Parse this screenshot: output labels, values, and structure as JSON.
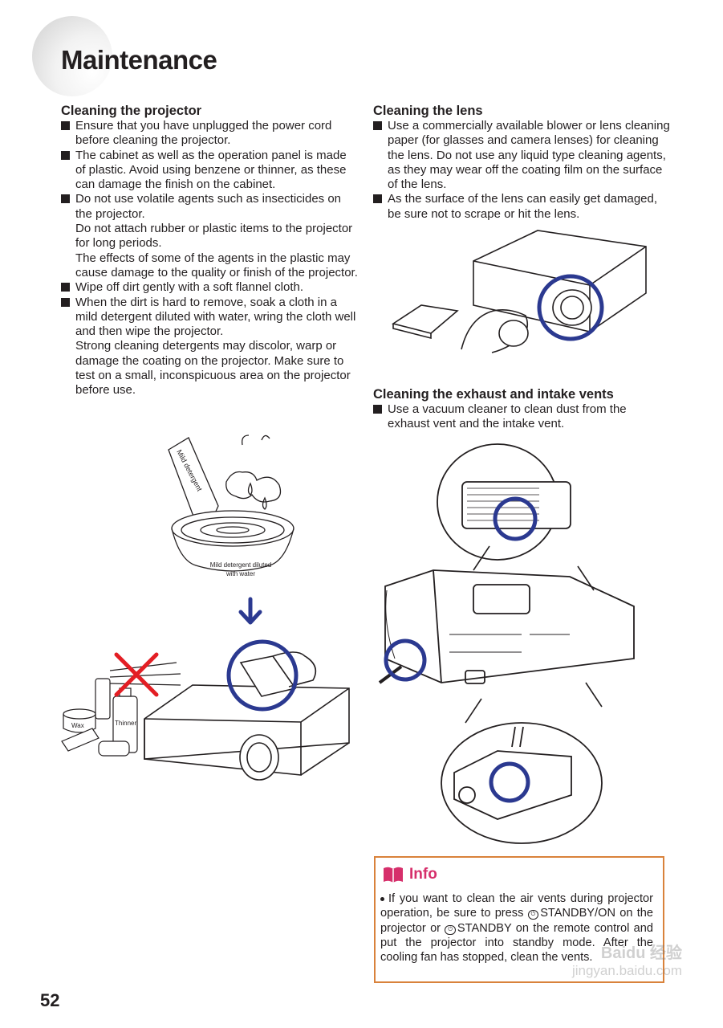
{
  "page": {
    "title": "Maintenance",
    "page_number": "52"
  },
  "cleaning_projector": {
    "heading": "Cleaning the projector",
    "items": [
      "Ensure that you have unplugged the power cord before cleaning the projector.",
      "The cabinet as well as the operation panel is made of plastic. Avoid using benzene or thinner, as these can damage the finish on the cabinet.",
      "Do not use volatile agents such as insecticides on the projector.",
      "Wipe off dirt gently with a soft flannel cloth.",
      "When the dirt is hard to remove, soak a cloth in a mild detergent diluted with water, wring the cloth well and then wipe the projector."
    ],
    "item3_extra": [
      "Do not attach rubber or plastic items to the projector for long periods.",
      "The effects of some of the agents in the plastic may cause damage to the quality or finish of the projector."
    ],
    "item5_extra": "Strong cleaning detergents may discolor, warp or damage the coating on the projector. Make sure to test on a small, inconspicuous area on the projector before use."
  },
  "cleaning_lens": {
    "heading": "Cleaning the lens",
    "items": [
      "Use a commercially available blower or lens cleaning paper (for glasses and camera lenses) for cleaning the lens. Do not use any liquid type cleaning agents, as they may wear off the coating film on the surface of the lens.",
      "As the surface of the lens can easily get damaged, be sure not to scrape or hit the lens."
    ]
  },
  "cleaning_vents": {
    "heading": "Cleaning the exhaust and intake vents",
    "items": [
      "Use a vacuum cleaner to clean dust from the exhaust vent and the intake vent."
    ]
  },
  "illustration_labels": {
    "bottle": "Mild detergent",
    "bowl_line1": "Mild detergent diluted",
    "bowl_line2": "with water",
    "wax": "Wax",
    "thinner": "Thinner"
  },
  "info": {
    "title": "Info",
    "text_part1": "If you want to clean the air vents during projector operation, be sure to press",
    "button1_icon": "STANDBY/ON",
    "button1_label": "STANDBY/ON",
    "text_part2": "on the projector or",
    "button2_icon": "STANDBY",
    "button2_label": "STANDBY",
    "text_part3": "on the remote control and put the projector into standby mode. After the cooling fan has stopped, clean the vents."
  },
  "watermark": {
    "line1": "Baidu 经验",
    "line2": "jingyan.baidu.com"
  },
  "colors": {
    "text": "#231f20",
    "highlight_circle": "#2b3990",
    "prohibit_cross": "#e31e24",
    "info_border": "#d9823b",
    "info_title": "#d62f6b"
  }
}
